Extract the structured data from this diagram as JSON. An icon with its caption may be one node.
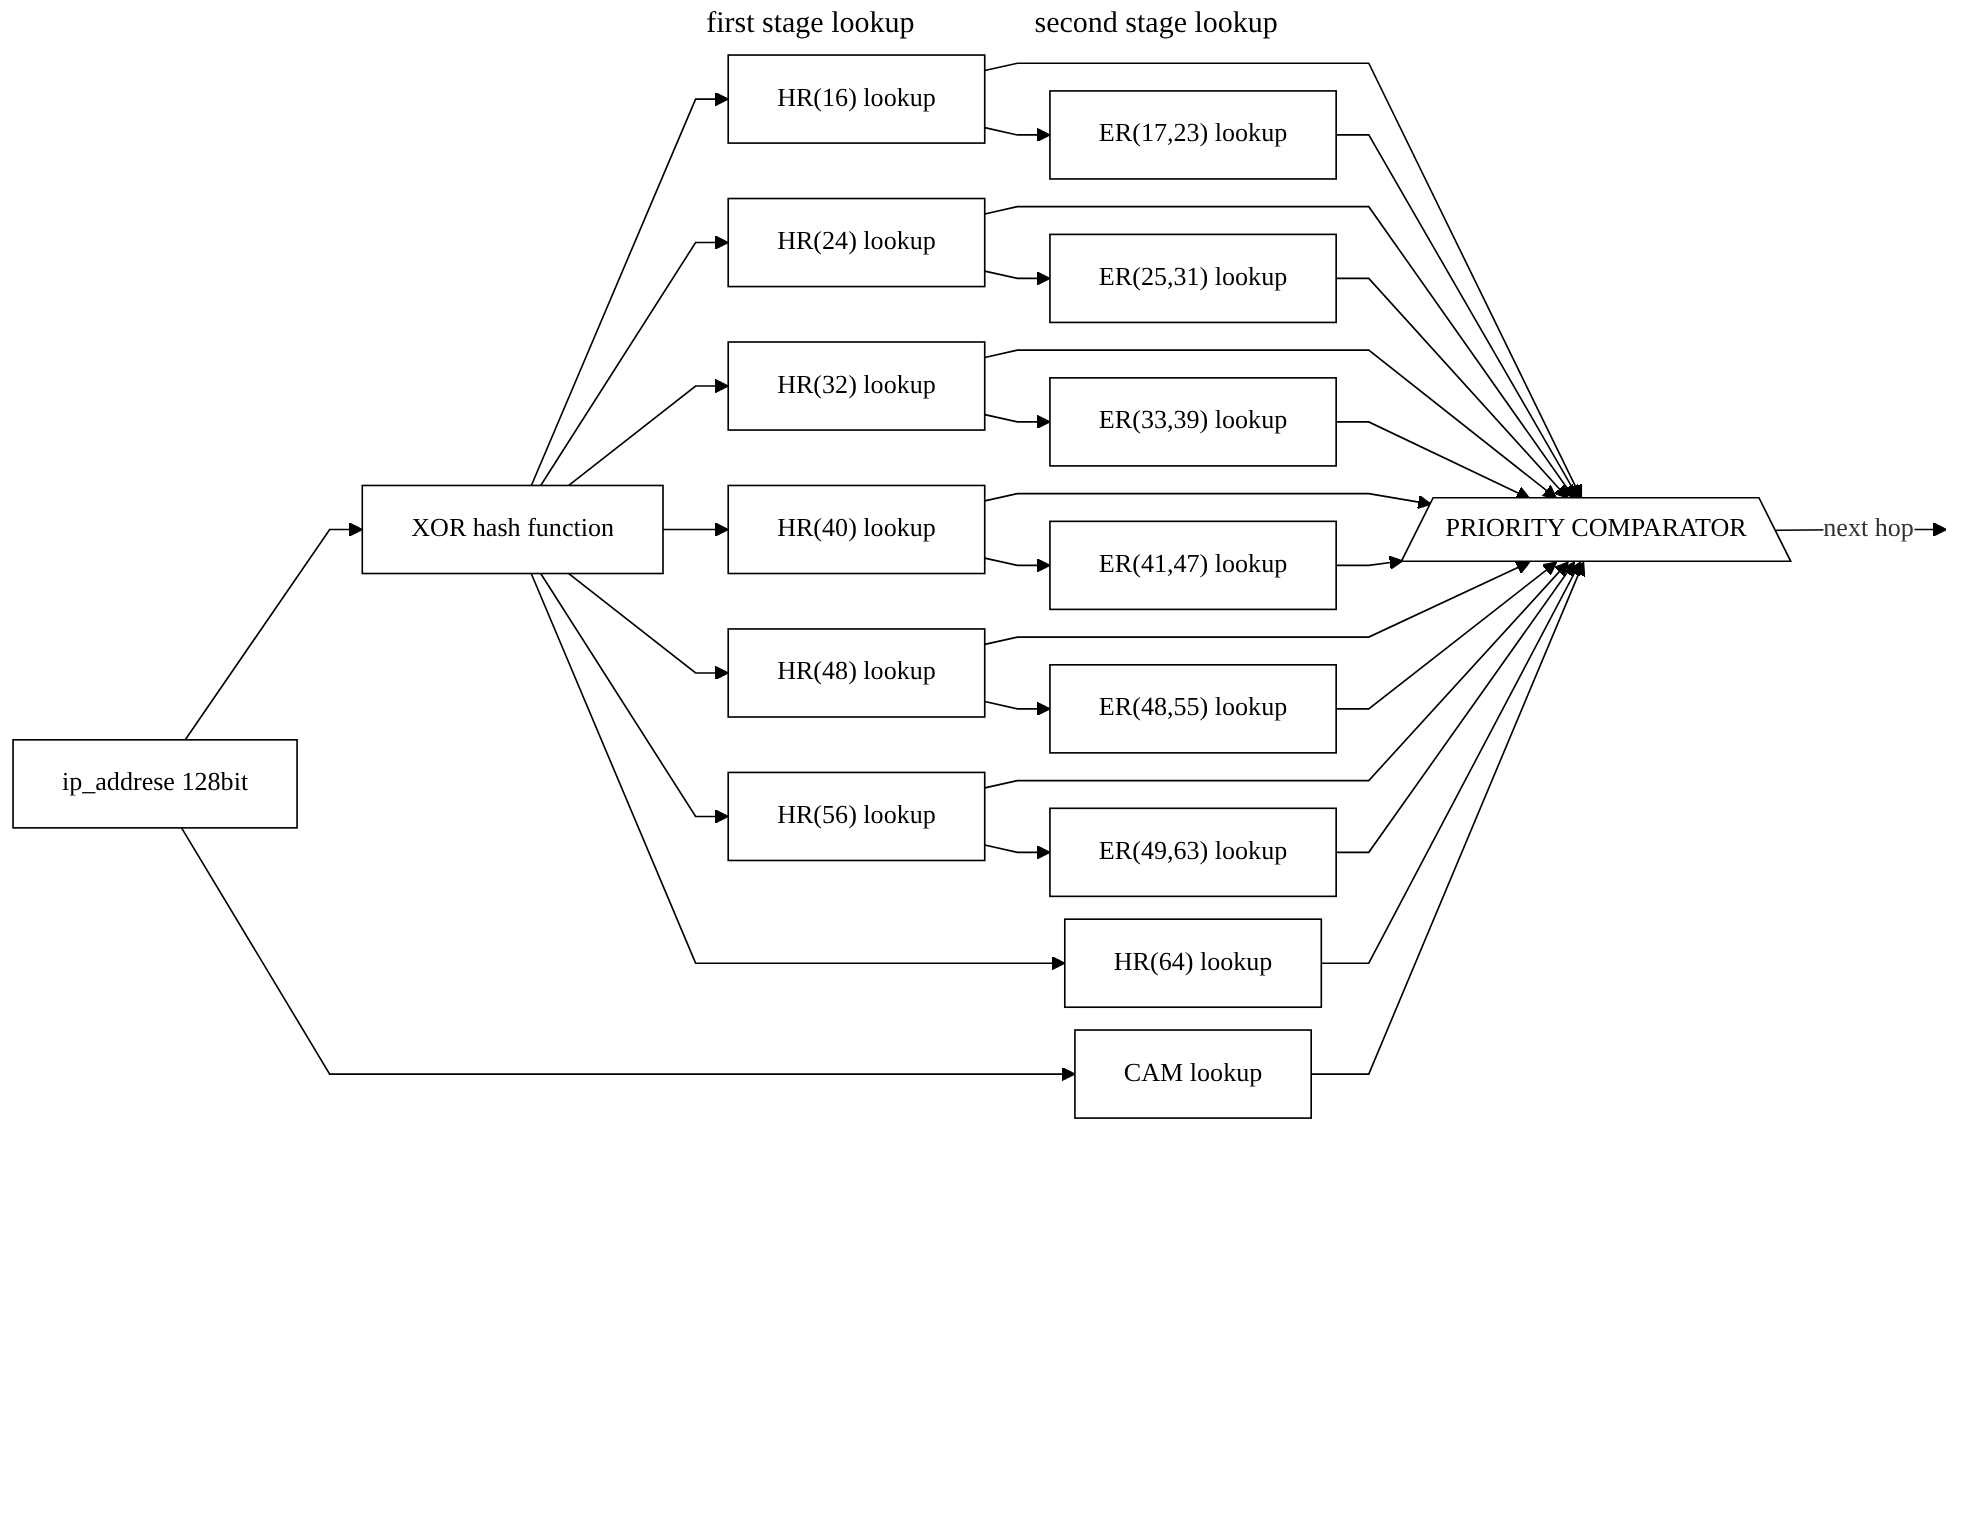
{
  "diagram": {
    "nodes": [
      {
        "text": [
          "ip_addrese 128bit"
        ]
      },
      {
        "text": [
          "XOR hash function"
        ]
      },
      {
        "text": [
          "HR(16) lookup"
        ]
      },
      {
        "text": [
          "ER(17,23) lookup"
        ]
      },
      {
        "text": [
          "HR(24) lookup"
        ]
      },
      {
        "text": [
          "ER(25,31) lookup"
        ]
      },
      {
        "text": [
          "HR(32) lookup"
        ]
      },
      {
        "text": [
          "ER(33,39) lookup"
        ]
      },
      {
        "text": [
          "HR(40) lookup"
        ]
      },
      {
        "text": [
          "ER(41,47) lookup"
        ]
      },
      {
        "text": [
          "HR(48) lookup"
        ]
      },
      {
        "text": [
          "ER(48,55) lookup"
        ]
      },
      {
        "text": [
          "HR(56) lookup"
        ]
      },
      {
        "text": [
          "ER(49,63) lookup"
        ]
      },
      {
        "text": [
          "HR(64) lookup"
        ]
      },
      {
        "text": [
          "CAM lookup"
        ]
      },
      {
        "text": [
          "PRIORITY COMPARATOR"
        ]
      }
    ],
    "edges": [
      {
        "from": 0,
        "to": 1,
        "arrow": "to"
      },
      {
        "from": 0,
        "to": 15,
        "arrow": "to"
      },
      {
        "from": 1,
        "to": 2,
        "arrow": "to"
      },
      {
        "from": 1,
        "to": 4,
        "arrow": "to"
      },
      {
        "from": 1,
        "to": 6,
        "arrow": "to"
      },
      {
        "from": 1,
        "to": 8,
        "arrow": "to"
      },
      {
        "from": 1,
        "to": 10,
        "arrow": "to"
      },
      {
        "from": 1,
        "to": 12,
        "arrow": "to"
      },
      {
        "from": 1,
        "to": 14,
        "arrow": "to"
      },
      {
        "from": 2,
        "to": 3,
        "arrow": "to"
      },
      {
        "from": 2,
        "to": 16,
        "arrow": "to"
      },
      {
        "from": 3,
        "to": 16,
        "arrow": "to"
      },
      {
        "from": 4,
        "to": 5,
        "arrow": "to"
      },
      {
        "from": 4,
        "to": 16,
        "arrow": "to"
      },
      {
        "from": 5,
        "to": 16,
        "arrow": "to"
      },
      {
        "from": 6,
        "to": 7,
        "arrow": "to"
      },
      {
        "from": 6,
        "to": 16,
        "arrow": "to"
      },
      {
        "from": 7,
        "to": 16,
        "arrow": "to"
      },
      {
        "from": 8,
        "to": 9,
        "arrow": "to"
      },
      {
        "from": 8,
        "to": 16,
        "arrow": "to"
      },
      {
        "from": 9,
        "to": 16,
        "arrow": "to"
      },
      {
        "from": 10,
        "to": 11,
        "arrow": "to"
      },
      {
        "from": 10,
        "to": 16,
        "arrow": "to"
      },
      {
        "from": 11,
        "to": 16,
        "arrow": "to"
      },
      {
        "from": 12,
        "to": 13,
        "arrow": "to"
      },
      {
        "from": 12,
        "to": 16,
        "arrow": "to"
      },
      {
        "from": 13,
        "to": 16,
        "arrow": "to"
      },
      {
        "from": 14,
        "to": 16,
        "arrow": "to"
      },
      {
        "from": 15,
        "to": 16,
        "arrow": "to"
      },
      {
        "from": 16,
        "to": null,
        "arrow": "to",
        "label": "next hop"
      }
    ],
    "labels": [
      "first stage lookup",
      "second stage lookup"
    ]
  }
}
